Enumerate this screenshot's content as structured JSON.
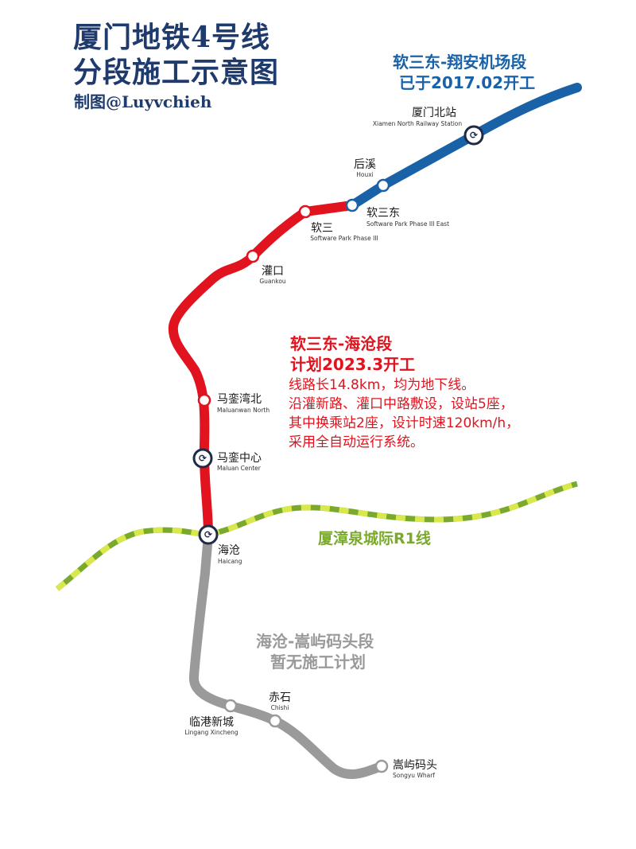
{
  "title": {
    "line1": "厦门地铁4号线",
    "line2": "分段施工示意图",
    "credit": "制图@Luyvchieh"
  },
  "segments": {
    "blue": {
      "name": "软三东-翔安机场段",
      "status": "已于2017.02开工",
      "color": "#1a62a8"
    },
    "red": {
      "name": "软三东-海沧段",
      "status": "计划2023.3开工",
      "color": "#e1131e",
      "description": [
        "线路长14.8km，均为地下线。",
        "沿灌新路、灌口中路敷设，设站5座，",
        "其中换乘站2座，设计时速120km/h，",
        "采用全自动运行系统。"
      ]
    },
    "gray": {
      "name": "海沧-嵩屿码头段",
      "status": "暂无施工计划",
      "color": "#9a9a9a"
    },
    "r1": {
      "name": "厦漳泉城际R1线",
      "color_dark": "#7aa92e",
      "color_light": "#d9e84a"
    }
  },
  "stations": [
    {
      "cn": "厦门北站",
      "en": "Xiamen North Railway Station",
      "interchange": true
    },
    {
      "cn": "后溪",
      "en": "Houxi",
      "interchange": false
    },
    {
      "cn": "软三东",
      "en": "Software Park Phase III East",
      "interchange": false
    },
    {
      "cn": "软三",
      "en": "Software Park Phase III",
      "interchange": false
    },
    {
      "cn": "灌口",
      "en": "Guankou",
      "interchange": false
    },
    {
      "cn": "马銮湾北",
      "en": "Maluanwan North",
      "interchange": false
    },
    {
      "cn": "马銮中心",
      "en": "Maluan Center",
      "interchange": true
    },
    {
      "cn": "海沧",
      "en": "Haicang",
      "interchange": true
    },
    {
      "cn": "临港新城",
      "en": "Lingang Xincheng",
      "interchange": false
    },
    {
      "cn": "赤石",
      "en": "Chishi",
      "interchange": false
    },
    {
      "cn": "嵩屿码头",
      "en": "Songyu Wharf",
      "interchange": false
    }
  ]
}
